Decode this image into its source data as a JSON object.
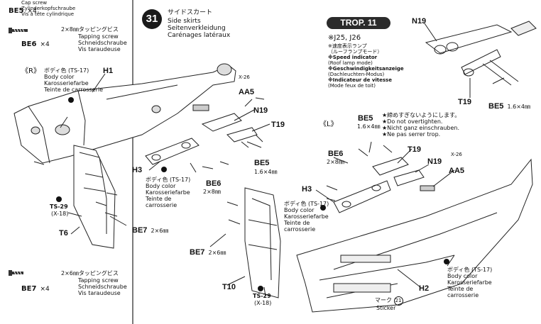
{
  "top_left": {
    "cap_screw_lines": [
      "Cap screw",
      "Zylinderkopfschraube",
      "Vis à tête cylindrique"
    ],
    "be5_code": "BE5",
    "be5_qty": "×4",
    "tap_screw_jp": "2×8㎜タッピングビス",
    "tap_screw_lines": [
      "Tapping screw",
      "Schneidschraube",
      "Vis taraudeuse"
    ],
    "be6_code": "BE6",
    "be6_qty": "×4"
  },
  "bottom_left": {
    "tap_screw_jp": "2×6㎜タッピングビス",
    "tap_screw_lines": [
      "Tapping screw",
      "Schneidschraube",
      "Vis taraudeuse"
    ],
    "be7_code": "BE7",
    "be7_qty": "×4"
  },
  "step": {
    "number": "31",
    "title_jp": "サイドスカート",
    "title_lines": [
      "Side skirts",
      "Seitenverkleidung",
      "Carénages latéraux"
    ]
  },
  "trop": {
    "title": "TROP. 11",
    "models": "※J25, J26",
    "notes": [
      "※速度表示ランプ",
      "（ルーフランプモード）",
      "※Speed indicator",
      "(Roof lamp mode)",
      "※Geschwindigkeitsanzeige",
      "(Dachleuchten-Modus)",
      "※Indicateur de vitesse",
      "(Mode feux de toit)"
    ],
    "labels": {
      "n19": "N19",
      "t19": "T19",
      "be5": "BE5",
      "be5_size": "1.6×4㎜"
    }
  },
  "right_side": {
    "side": "《R》",
    "body_color_lines": [
      "ボディ色 (TS-17)",
      "Body color",
      "Karosseriefarbe",
      "Teinte de carrosserie"
    ],
    "h1": "H1",
    "x26": "X-26",
    "aa5": "AA5",
    "n19": "N19",
    "t19": "T19",
    "be5": "BE5",
    "be5_size": "1.6×4㎜",
    "h3": "H3",
    "h3_color_lines": [
      "ボディ色 (TS-17)",
      "Body color",
      "Karosseriefarbe",
      "Teinte de",
      "carrosserie"
    ],
    "be6": "BE6",
    "be6_size": "2×8㎜",
    "ts29": "TS-29",
    "ts29_x": "(X-18)",
    "t6": "T6",
    "be7": "BE7",
    "be7_size": "2×6㎜"
  },
  "left_side": {
    "side": "《L》",
    "warning_lines": [
      "★締めすぎないようにします。",
      "★Do not overtighten.",
      "★Nicht ganz einschrauben.",
      "★Ne pas serrer trop."
    ],
    "be5": "BE5",
    "be5_size": "1.6×4㎜",
    "be6": "BE6",
    "be6_size": "2×8㎜",
    "t19": "T19",
    "n19": "N19",
    "x26": "X-26",
    "aa5": "AA5",
    "h3": "H3",
    "body_color_lines": [
      "ボディ色 (TS-17)",
      "Body color",
      "Karosseriefarbe",
      "Teinte de",
      "carrosserie"
    ],
    "be7": "BE7",
    "be7_size": "2×6㎜",
    "t10": "T10",
    "ts29": "TS-29",
    "ts29_x": "(X-18)",
    "h2": "H2",
    "h2_color_lines": [
      "ボディ色 (TS-17)",
      "Body color",
      "Karosseriefarbe",
      "Teinte de",
      "carrosserie"
    ],
    "mark": "マーク",
    "mark_num": "21",
    "sticker": "Sticker"
  },
  "colors": {
    "ink": "#111111",
    "badge": "#1a1a1a",
    "trop_bg": "#2b2b2b",
    "line": "#222222"
  }
}
